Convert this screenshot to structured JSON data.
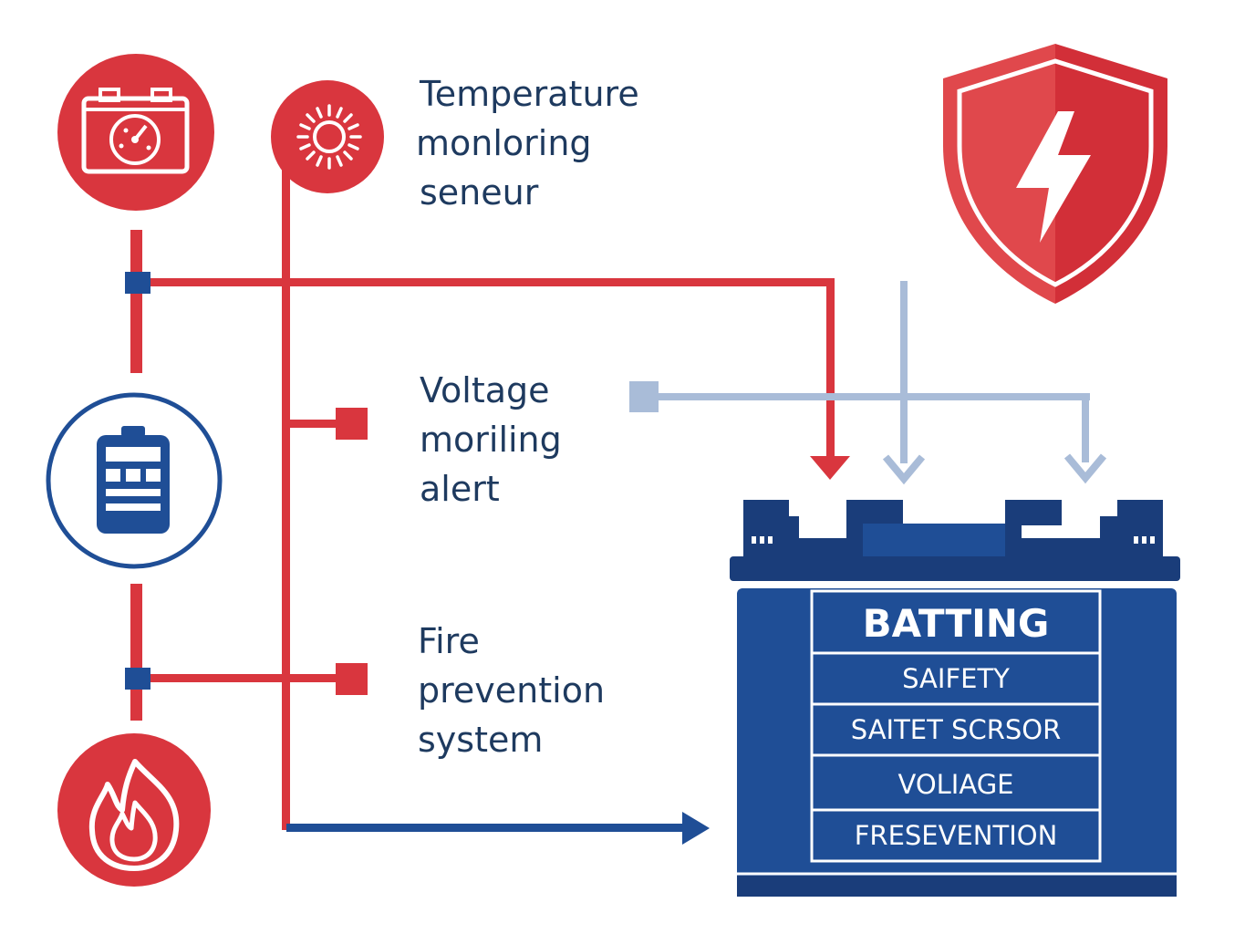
{
  "labels": {
    "temperature": [
      "Temperature",
      "monloring",
      "seneur"
    ],
    "voltage": [
      "Voltage",
      "moriling",
      "alert"
    ],
    "fire": [
      "Fire",
      "prevention",
      "system"
    ]
  },
  "battery_panel": {
    "title": "BATTING",
    "rows": [
      "SAIFETY",
      "SAITET SCRSOR",
      "VOLIAGE",
      "FRESEVENTION"
    ]
  },
  "icons": {
    "battery_gauge": "battery-gauge-icon",
    "sun_sensor": "sun-sensor-icon",
    "battery_cells": "battery-cells-icon",
    "flame": "flame-icon",
    "shield": "shield-lightning-icon"
  },
  "colors": {
    "red": "#d9363e",
    "navy": "#1f4e96",
    "dark_navy": "#1a3d7a",
    "light_blue": "#a9bcd8",
    "text": "#1e3a5f"
  }
}
